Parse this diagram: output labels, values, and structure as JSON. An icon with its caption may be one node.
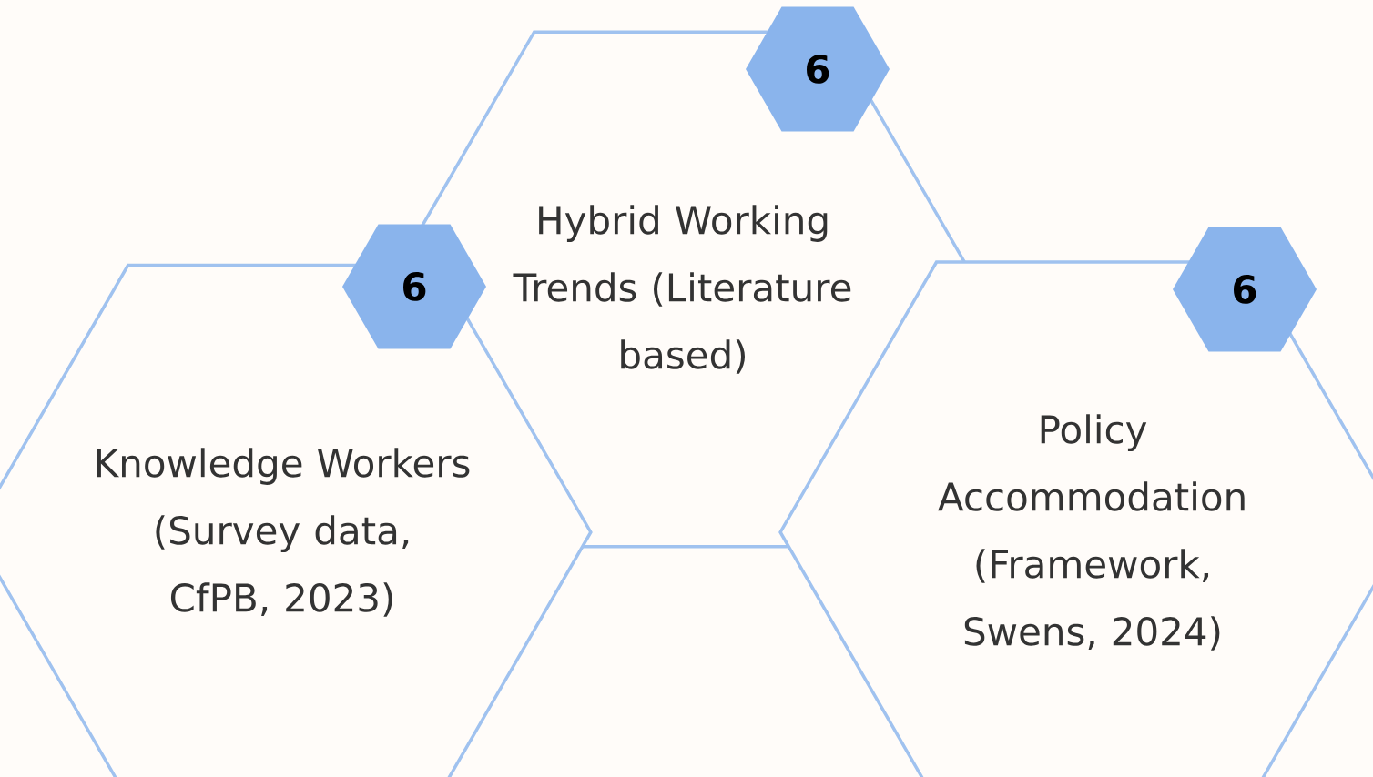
{
  "diagram": {
    "nodes": [
      {
        "text": [
          "6"
        ]
      },
      {
        "text": [
          "Hybrid Working Trends (Literature based)"
        ]
      },
      {
        "text": [
          "6"
        ]
      },
      {
        "text": [
          "Knowledge Workers (Survey data, CfPB, 2023)"
        ]
      },
      {
        "text": [
          "6"
        ]
      },
      {
        "text": [
          "Policy Accommodation (Framework, Swens, 2024)"
        ]
      }
    ]
  }
}
